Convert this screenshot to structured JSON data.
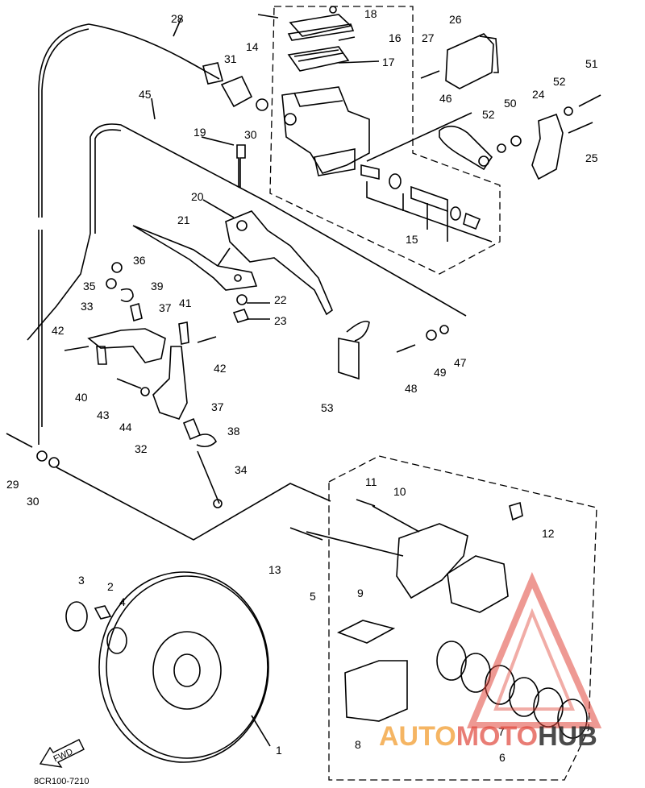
{
  "diagram_id": "8CR100-7210",
  "fwd_label": "FWD",
  "watermark": {
    "auto": "AUTO",
    "moto": "MOTO",
    "hub": "HUB",
    "color_orange": "#f2a23c",
    "color_red": "#e0463a",
    "color_dark": "#2a2a2a"
  },
  "parts": {
    "p1": "1",
    "p2": "2",
    "p3": "3",
    "p4": "4",
    "p5": "5",
    "p6": "6",
    "p7": "7",
    "p8": "8",
    "p9": "9",
    "p10": "10",
    "p11": "11",
    "p12": "12",
    "p13": "13",
    "p14": "14",
    "p15": "15",
    "p16": "16",
    "p17": "17",
    "p18": "18",
    "p19": "19",
    "p20": "20",
    "p21": "21",
    "p22": "22",
    "p23": "23",
    "p24": "24",
    "p25": "25",
    "p26": "26",
    "p27": "27",
    "p28": "28",
    "p29": "29",
    "p30a": "30",
    "p30b": "30",
    "p31": "31",
    "p32": "32",
    "p33": "33",
    "p34": "34",
    "p35": "35",
    "p36": "36",
    "p37a": "37",
    "p37b": "37",
    "p38": "38",
    "p39": "39",
    "p40": "40",
    "p41": "41",
    "p42a": "42",
    "p42b": "42",
    "p43": "43",
    "p44": "44",
    "p45": "45",
    "p46": "46",
    "p47": "47",
    "p48": "48",
    "p49": "49",
    "p50": "50",
    "p51": "51",
    "p52a": "52",
    "p52b": "52",
    "p53": "53"
  }
}
